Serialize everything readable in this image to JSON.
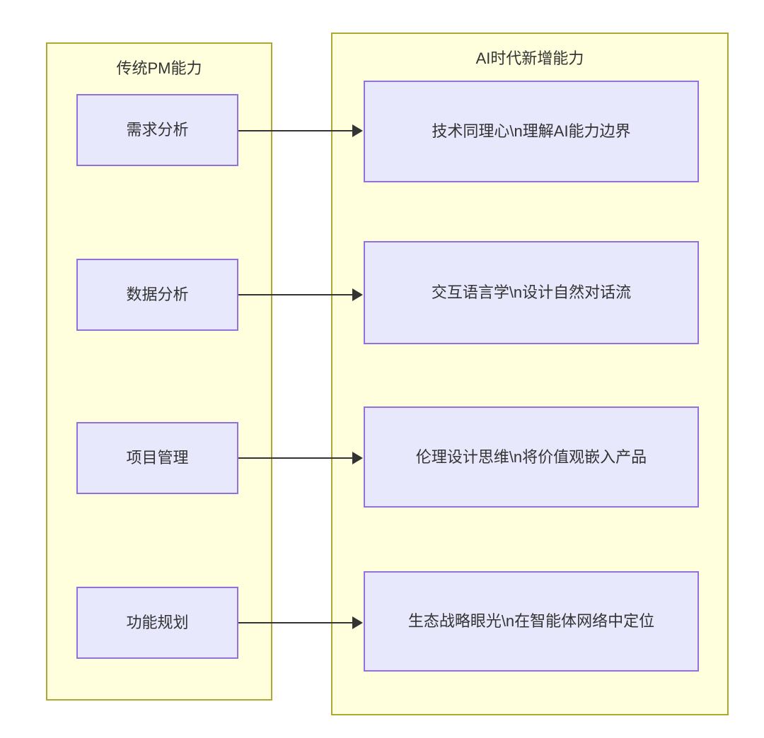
{
  "diagram": {
    "type": "flowchart-lr",
    "background": "#ffffff",
    "colors": {
      "subgraph_fill": "#ffffde",
      "subgraph_border": "#aaaa33",
      "node_fill": "#e8e8fd",
      "node_border": "#9370db",
      "text": "#333333",
      "edge": "#333333"
    },
    "subgraphs": [
      {
        "id": "traditional",
        "title": "传统PM能力",
        "nodes": [
          {
            "id": "t1",
            "label": "需求分析"
          },
          {
            "id": "t2",
            "label": "数据分析"
          },
          {
            "id": "t3",
            "label": "项目管理"
          },
          {
            "id": "t4",
            "label": "功能规划"
          }
        ]
      },
      {
        "id": "ai",
        "title": "AI时代新增能力",
        "nodes": [
          {
            "id": "a1",
            "label": "技术同理心\\n理解AI能力边界"
          },
          {
            "id": "a2",
            "label": "交互语言学\\n设计自然对话流"
          },
          {
            "id": "a3",
            "label": "伦理设计思维\\n将价值观嵌入产品"
          },
          {
            "id": "a4",
            "label": "生态战略眼光\\n在智能体网络中定位"
          }
        ]
      }
    ],
    "edges": [
      {
        "id": "e1",
        "from": "需求分析",
        "to": "技术同理心\\n理解AI能力边界",
        "label": ""
      },
      {
        "id": "e2",
        "from": "数据分析",
        "to": "交互语言学\\n设计自然对话流",
        "label": ""
      },
      {
        "id": "e3",
        "from": "项目管理",
        "to": "伦理设计思维\\n将价值观嵌入产品",
        "label": ""
      },
      {
        "id": "e4",
        "from": "功能规划",
        "to": "生态战略眼光\\n在智能体网络中定位",
        "label": ""
      }
    ]
  }
}
